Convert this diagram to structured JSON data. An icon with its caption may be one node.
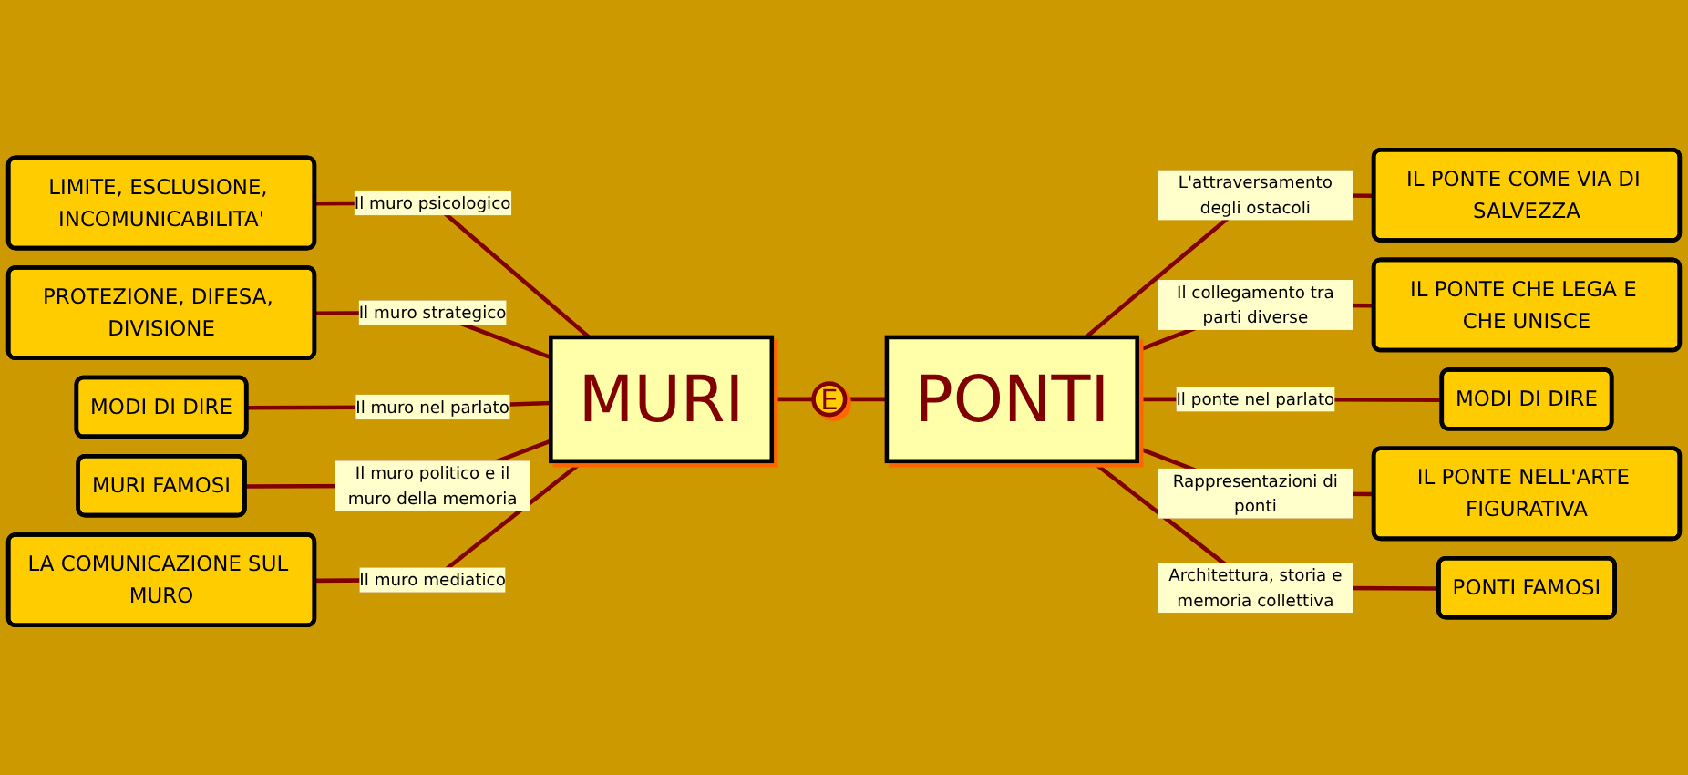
{
  "diagram": {
    "nodes": [
      {
        "text": [
          "LIMITE, ESCLUSIONE, INCOMUNICABILITA'"
        ]
      },
      {
        "text": [
          "PROTEZIONE, DIFESA, DIVISIONE"
        ]
      },
      {
        "text": [
          "IL PONTE COME VIA DI SALVEZZA"
        ]
      },
      {
        "text": [
          "IL PONTE CHE LEGA E CHE UNISCE"
        ]
      },
      {
        "text": [
          "MODI DI DIRE"
        ]
      },
      {
        "text": [
          "MURI"
        ]
      },
      {
        "text": [
          "E"
        ]
      },
      {
        "text": [
          "PONTI"
        ]
      },
      {
        "text": [
          "MODI DI DIRE"
        ]
      },
      {
        "text": [
          "MURI FAMOSI"
        ]
      },
      {
        "text": [
          "LA COMUNICAZIONE SUL MURO"
        ]
      },
      {
        "text": [
          "IL PONTE NELL'ARTE FIGURATIVA"
        ]
      },
      {
        "text": [
          "PONTI FAMOSI"
        ]
      }
    ],
    "edges": [
      {
        "from": 0,
        "to": 5,
        "arrow": "none",
        "label": "Il muro psicologico"
      },
      {
        "from": 1,
        "to": 5,
        "arrow": "none",
        "label": "Il muro strategico"
      },
      {
        "from": 7,
        "to": 2,
        "arrow": "none",
        "label": "L'attraversamento degli ostacoli"
      },
      {
        "from": 7,
        "to": 3,
        "arrow": "none",
        "label": "Il collegamento tra parti diverse"
      },
      {
        "from": 4,
        "to": 5,
        "arrow": "none",
        "label": "Il muro nel parlato"
      },
      {
        "from": 5,
        "to": 6,
        "arrow": "none"
      },
      {
        "from": 6,
        "to": 7,
        "arrow": "none"
      },
      {
        "from": 7,
        "to": 8,
        "arrow": "none",
        "label": "Il ponte nel parlato"
      },
      {
        "from": 9,
        "to": 5,
        "arrow": "none",
        "label": "Il muro politico e il muro della memoria"
      },
      {
        "from": 10,
        "to": 5,
        "arrow": "none",
        "label": "Il muro mediatico"
      },
      {
        "from": 7,
        "to": 11,
        "arrow": "none",
        "label": "Rappresentazioni di ponti"
      },
      {
        "from": 7,
        "to": 12,
        "arrow": "none",
        "label": "Architettura, storia e memoria collettiva"
      }
    ]
  }
}
